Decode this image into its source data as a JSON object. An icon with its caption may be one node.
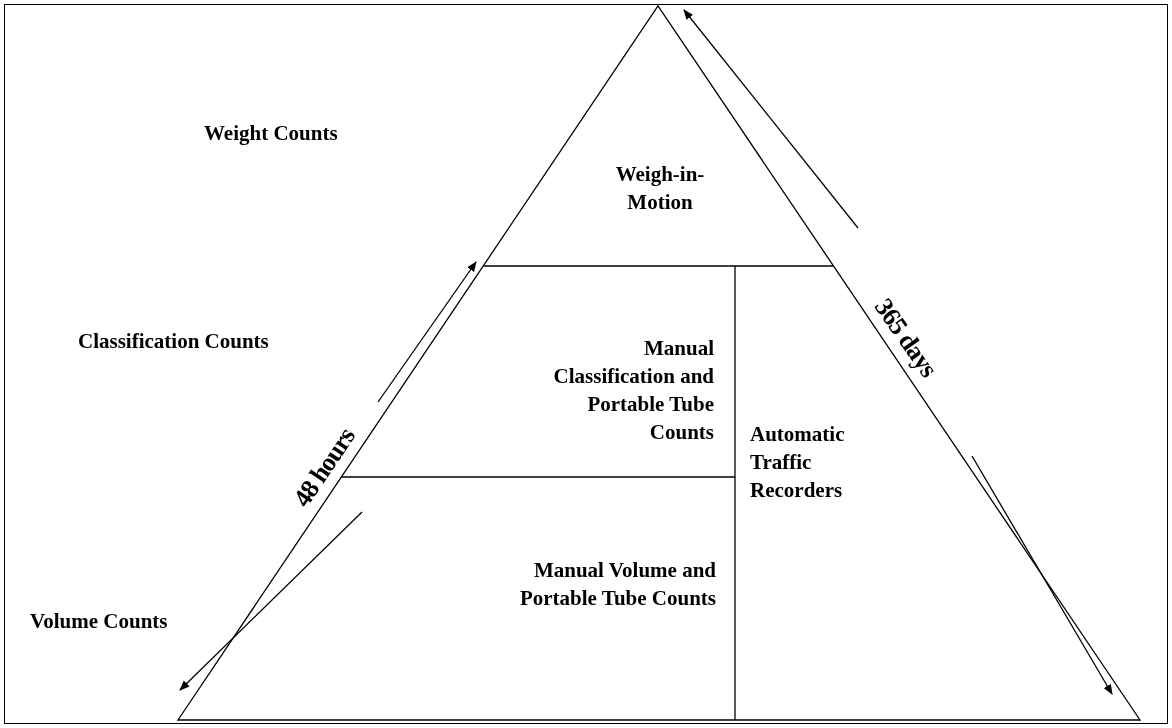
{
  "diagram": {
    "nodes": [
      {
        "text": [
          "Weigh-in- Motion"
        ]
      },
      {
        "text": [
          "Manual Classification and Portable Tube Counts"
        ]
      },
      {
        "text": [
          "Manual Volume and Portable Tube Counts"
        ]
      },
      {
        "text": [
          "Automatic Traffic Recorders"
        ]
      }
    ],
    "labels": [
      "Weight Counts",
      "Classification Counts",
      "Volume Counts",
      "48 hours",
      "365 days"
    ]
  }
}
